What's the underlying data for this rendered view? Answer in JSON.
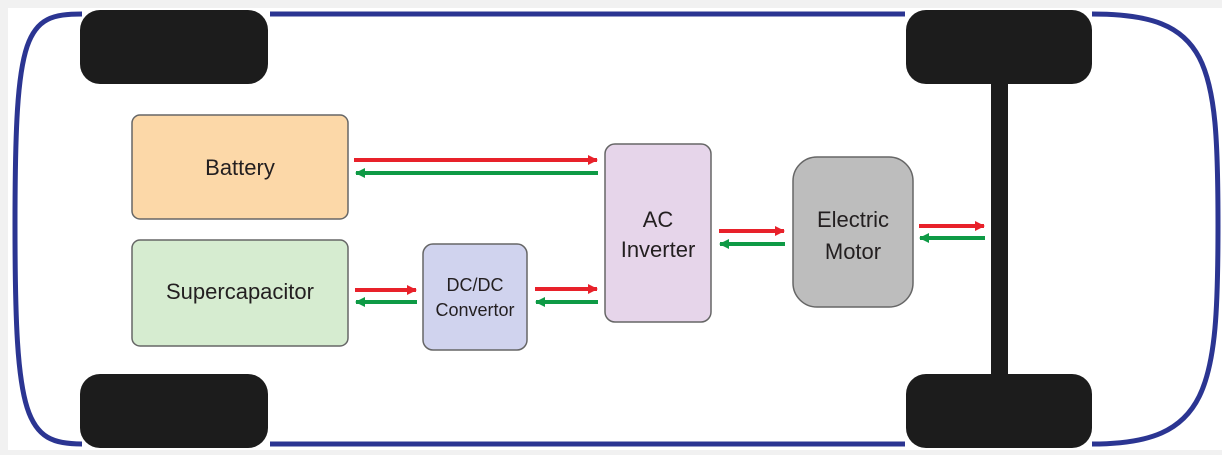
{
  "diagram": {
    "blocks": {
      "battery": {
        "label": "Battery",
        "fill": "#fcd8a8"
      },
      "supercapacitor": {
        "label": "Supercapacitor",
        "fill": "#d6ecd0"
      },
      "dcdc": {
        "label_line1": "DC/DC",
        "label_line2": "Convertor",
        "fill": "#d0d3ee"
      },
      "inverter": {
        "label_line1": "AC",
        "label_line2": "Inverter",
        "fill": "#e6d5ea"
      },
      "motor": {
        "label_line1": "Electric",
        "label_line2": "Motor",
        "fill": "#bdbdbd"
      }
    },
    "colors": {
      "chassis": "#2b3592",
      "wheel": "#1c1c1c",
      "forward_arrow": "#e8212a",
      "reverse_arrow": "#0e9a45",
      "block_stroke": "#666666",
      "text": "#231f20"
    }
  }
}
